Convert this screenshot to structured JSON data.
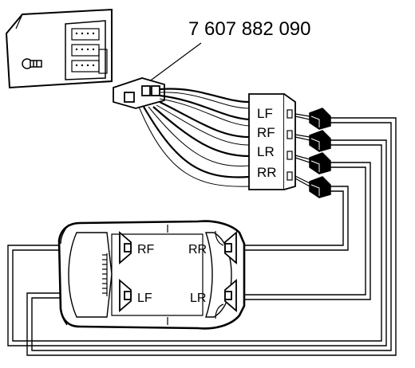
{
  "part_number": "7 607 882 090",
  "distributor_labels": [
    "LF",
    "RF",
    "LR",
    "RR"
  ],
  "speaker_labels": {
    "front_right": "RF",
    "rear_right": "RR",
    "front_left": "LF",
    "rear_left": "LR"
  },
  "colors": {
    "line": "#000000",
    "background": "#ffffff"
  }
}
